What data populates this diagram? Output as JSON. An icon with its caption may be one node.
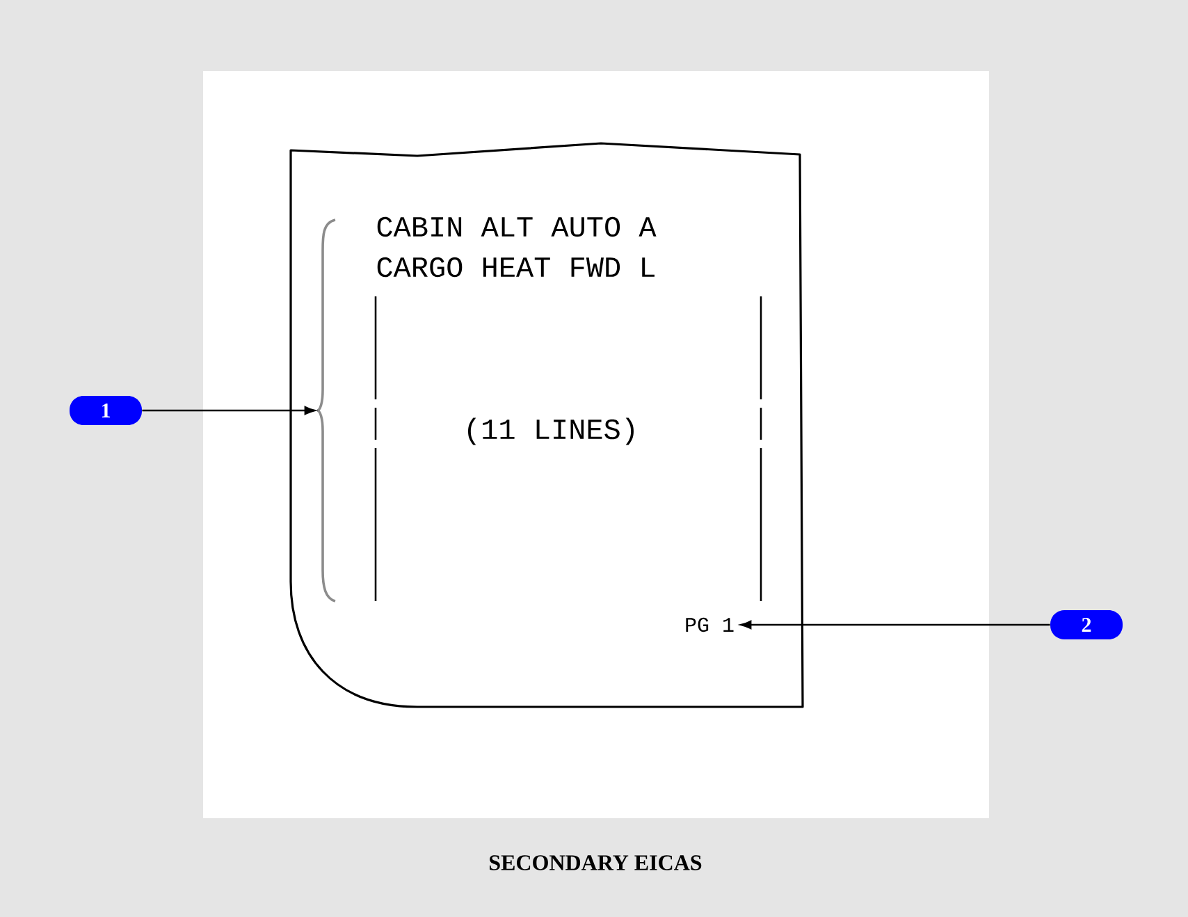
{
  "diagram": {
    "caption": "SECONDARY EICAS",
    "nodes": [
      {
        "text": [
          "1"
        ]
      },
      {
        "text": [],
        "shape": "bracket"
      },
      {
        "text": [
          "2"
        ]
      },
      {
        "text": [
          "PG 1"
        ]
      }
    ],
    "edges": [
      {
        "from": 0,
        "to": 1,
        "arrow": "to"
      },
      {
        "from": 2,
        "to": 3,
        "arrow": "to"
      }
    ],
    "labels": [
      "CABIN ALT AUTO A",
      "CARGO HEAT FWD L",
      "(11 LINES)"
    ]
  }
}
